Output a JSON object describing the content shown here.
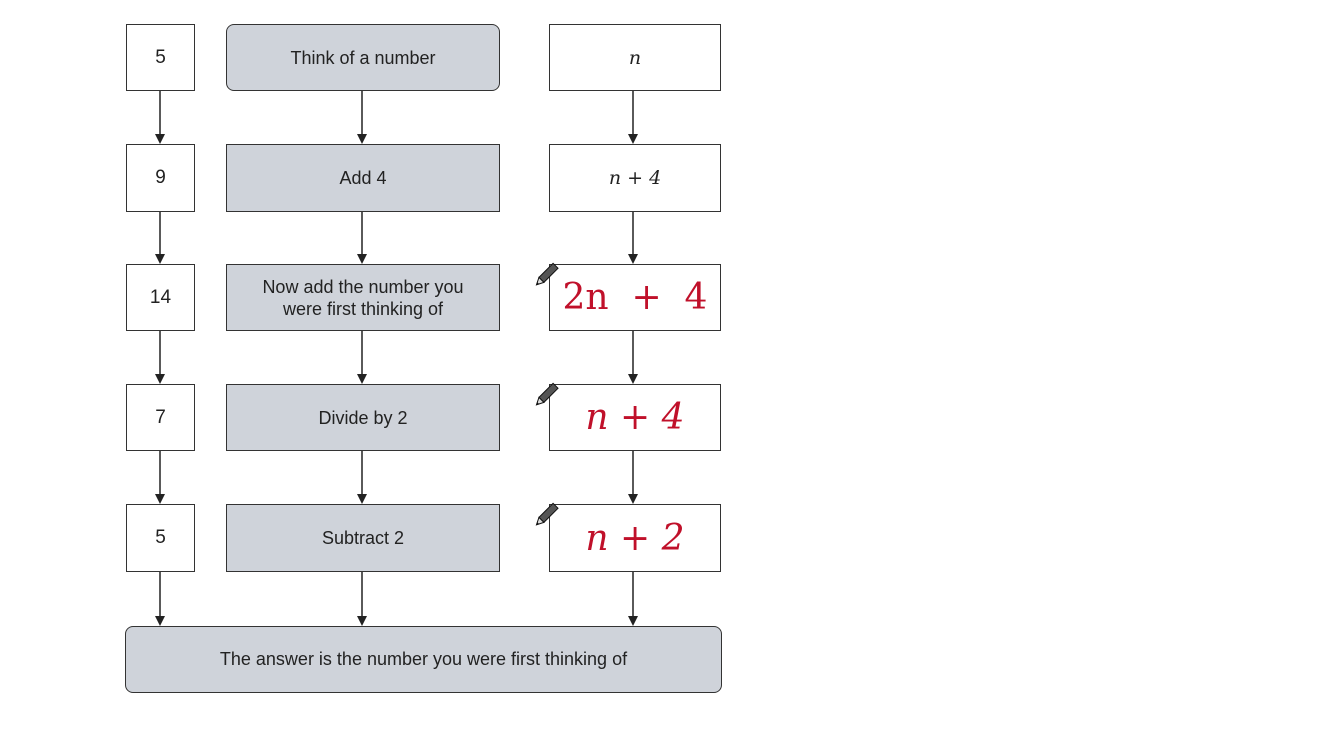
{
  "left_column": [
    "5",
    "9",
    "14",
    "7",
    "5"
  ],
  "steps": [
    "Think of a number",
    "Add 4",
    "Now add the number you were first thinking of",
    "Divide by 2",
    "Subtract 2"
  ],
  "right_column": {
    "row1": "n",
    "row2": "n + 4",
    "row3": "2n  +  4",
    "row4": "n + 4",
    "row5": "n + 2"
  },
  "final": "The answer is the number you were first thinking of",
  "colors": {
    "step_fill": "#cfd3da",
    "handwriting": "#c0102a",
    "border": "#333333"
  },
  "icons": [
    "pencil-icon"
  ]
}
